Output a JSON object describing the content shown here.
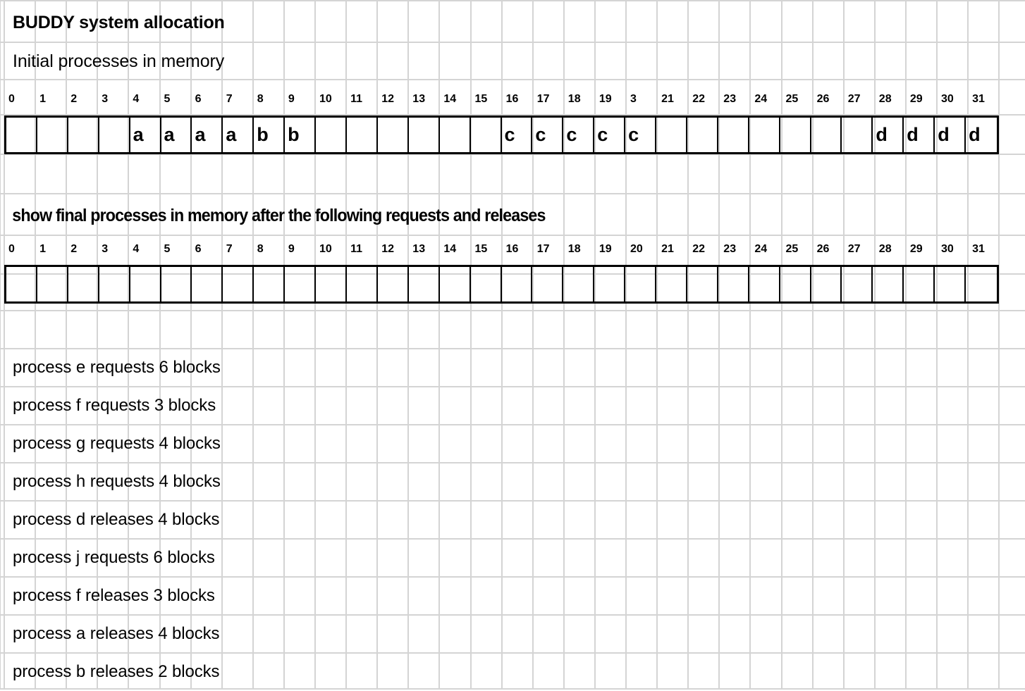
{
  "document": {
    "title": "BUDDY system allocation",
    "subtitle": "Initial processes in memory",
    "section_heading": "show final processes in memory after the following requests and releases"
  },
  "colors": {
    "gridline": "#d4d4d4",
    "strip_border": "#000000",
    "text": "#000000",
    "background": "#ffffff"
  },
  "initial_memory": {
    "headers": [
      "0",
      "1",
      "2",
      "3",
      "4",
      "5",
      "6",
      "7",
      "8",
      "9",
      "10",
      "11",
      "12",
      "13",
      "14",
      "15",
      "16",
      "17",
      "18",
      "19",
      "3",
      "21",
      "22",
      "23",
      "24",
      "25",
      "26",
      "27",
      "28",
      "29",
      "30",
      "31"
    ],
    "cells": [
      "",
      "",
      "",
      "",
      "a",
      "a",
      "a",
      "a",
      "b",
      "b",
      "",
      "",
      "",
      "",
      "",
      "",
      "c",
      "c",
      "c",
      "c",
      "c",
      "",
      "",
      "",
      "",
      "",
      "",
      "",
      "d",
      "d",
      "d",
      "d"
    ]
  },
  "final_memory": {
    "headers": [
      "0",
      "1",
      "2",
      "3",
      "4",
      "5",
      "6",
      "7",
      "8",
      "9",
      "10",
      "11",
      "12",
      "13",
      "14",
      "15",
      "16",
      "17",
      "18",
      "19",
      "20",
      "21",
      "22",
      "23",
      "24",
      "25",
      "26",
      "27",
      "28",
      "29",
      "30",
      "31"
    ],
    "cells": [
      "",
      "",
      "",
      "",
      "",
      "",
      "",
      "",
      "",
      "",
      "",
      "",
      "",
      "",
      "",
      "",
      "",
      "",
      "",
      "",
      "",
      "",
      "",
      "",
      "",
      "",
      "",
      "",
      "",
      "",
      "",
      ""
    ]
  },
  "operations": [
    "process  e  requests 6 blocks",
    "process  f  requests 3 blocks",
    "process  g  requests 4 blocks",
    "process  h  requests 4 blocks",
    "process  d  releases  4 blocks",
    "process  j   requests 6 blocks",
    "process  f   releases 3 blocks",
    "process a   releases 4 blocks",
    "process  b   releases 2 blocks"
  ]
}
